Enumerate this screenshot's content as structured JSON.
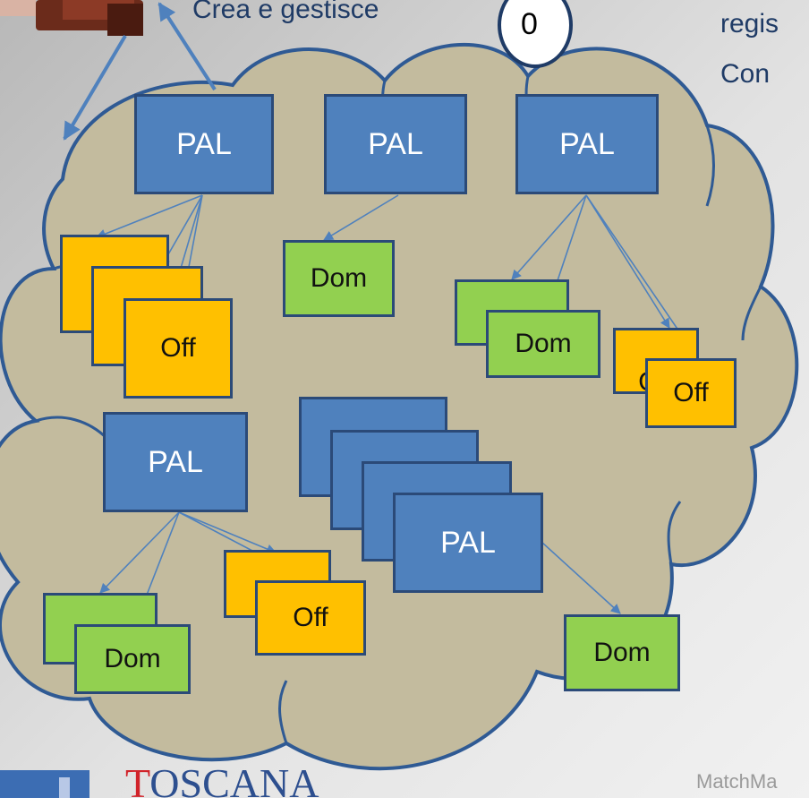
{
  "header": {
    "left_text": "Crea e gestisce",
    "counter": "0",
    "right_line1": "regis",
    "right_line2": "Con"
  },
  "labels": {
    "pal": "PAL",
    "dom": "Dom",
    "off": "Off"
  },
  "footer": {
    "text": "MatchMa",
    "logo_text": "OSCANA",
    "logo_t": "T"
  },
  "colors": {
    "cloud": "#c3bb9e",
    "cloud_stroke": "#2f5a94",
    "pal": "#4f81bd",
    "dom": "#92d050",
    "off": "#ffc000",
    "arrow": "#4f81bd"
  }
}
